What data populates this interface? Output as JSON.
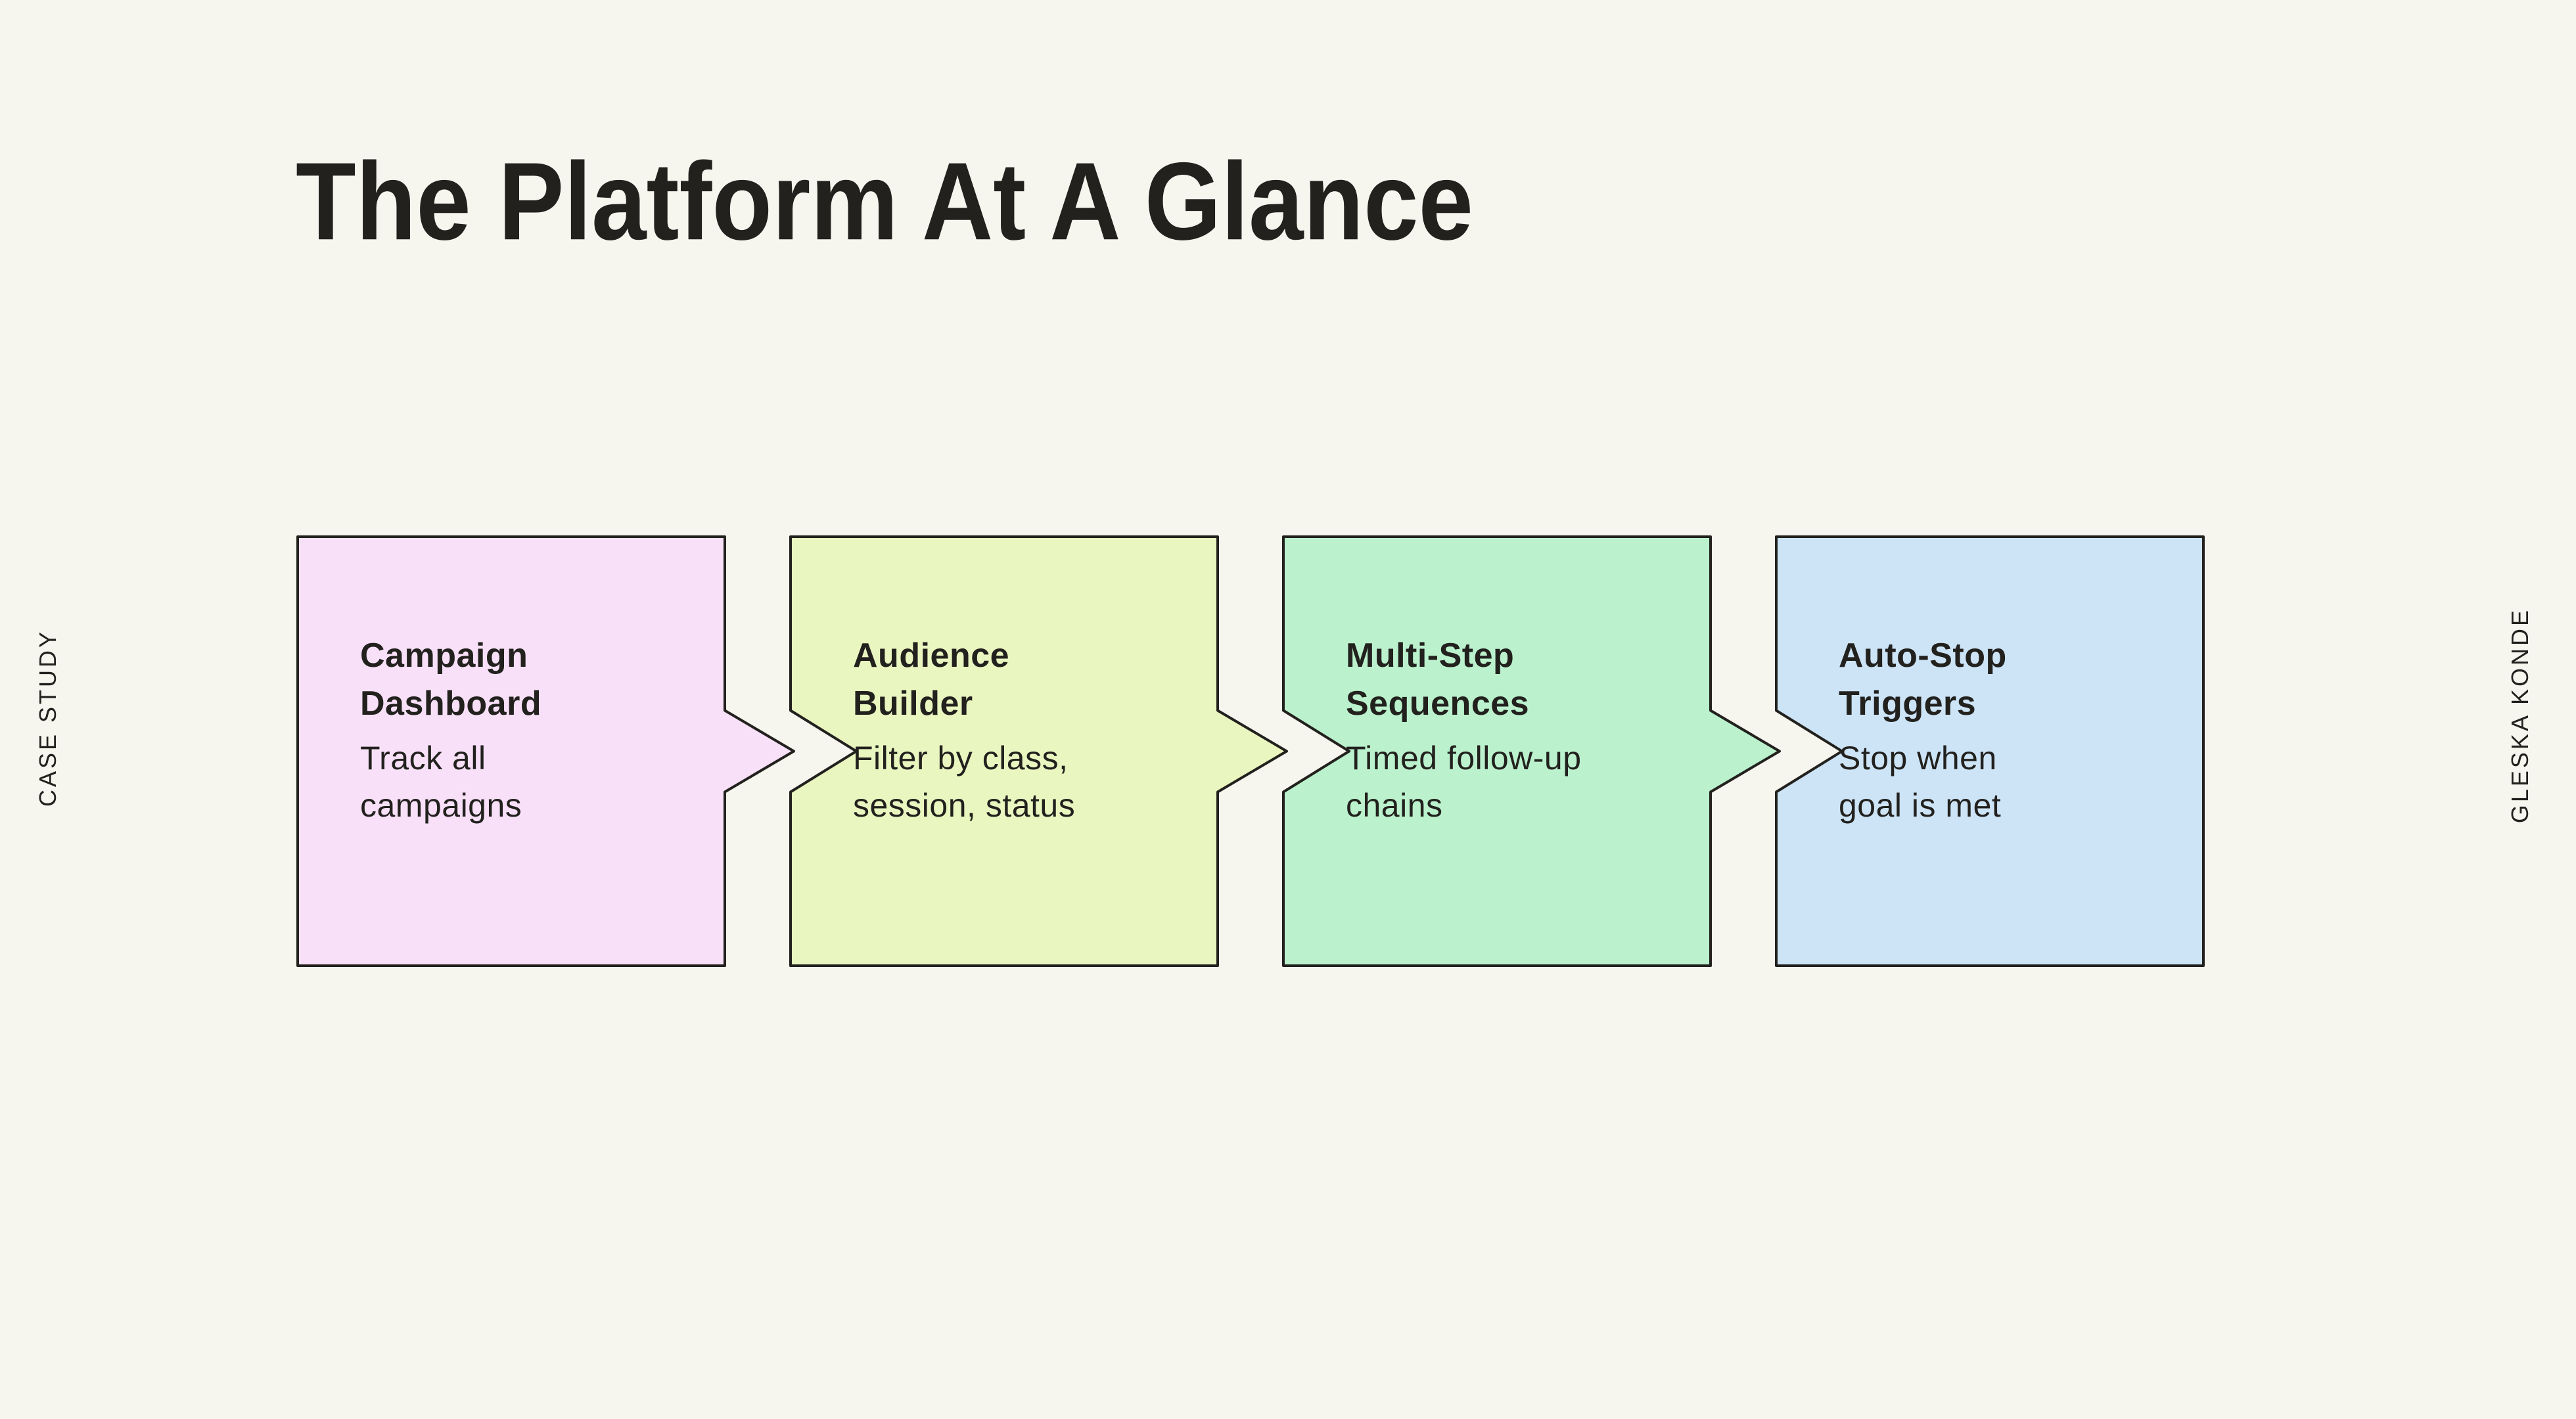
{
  "slide": {
    "title": "The Platform At A Glance",
    "side_label_left": "CASE STUDY",
    "side_label_right": "GLESKA KONDE",
    "colors": {
      "background": "#f6f6ee",
      "ink": "#22211e",
      "border": "#22211e"
    },
    "cards": [
      {
        "title_lines": [
          "Campaign",
          "Dashboard"
        ],
        "body_lines": [
          "Track all",
          "campaigns"
        ],
        "fill": "#f8e1f8"
      },
      {
        "title_lines": [
          "Audience",
          "Builder"
        ],
        "body_lines": [
          "Filter by class,",
          "session, status"
        ],
        "fill": "#eaf6c0"
      },
      {
        "title_lines": [
          "Multi-Step",
          "Sequences"
        ],
        "body_lines": [
          "Timed follow-up",
          "chains"
        ],
        "fill": "#bbf2cd"
      },
      {
        "title_lines": [
          "Auto-Stop",
          "Triggers"
        ],
        "body_lines": [
          "Stop when",
          "goal is met"
        ],
        "fill": "#cde4f7"
      }
    ]
  }
}
